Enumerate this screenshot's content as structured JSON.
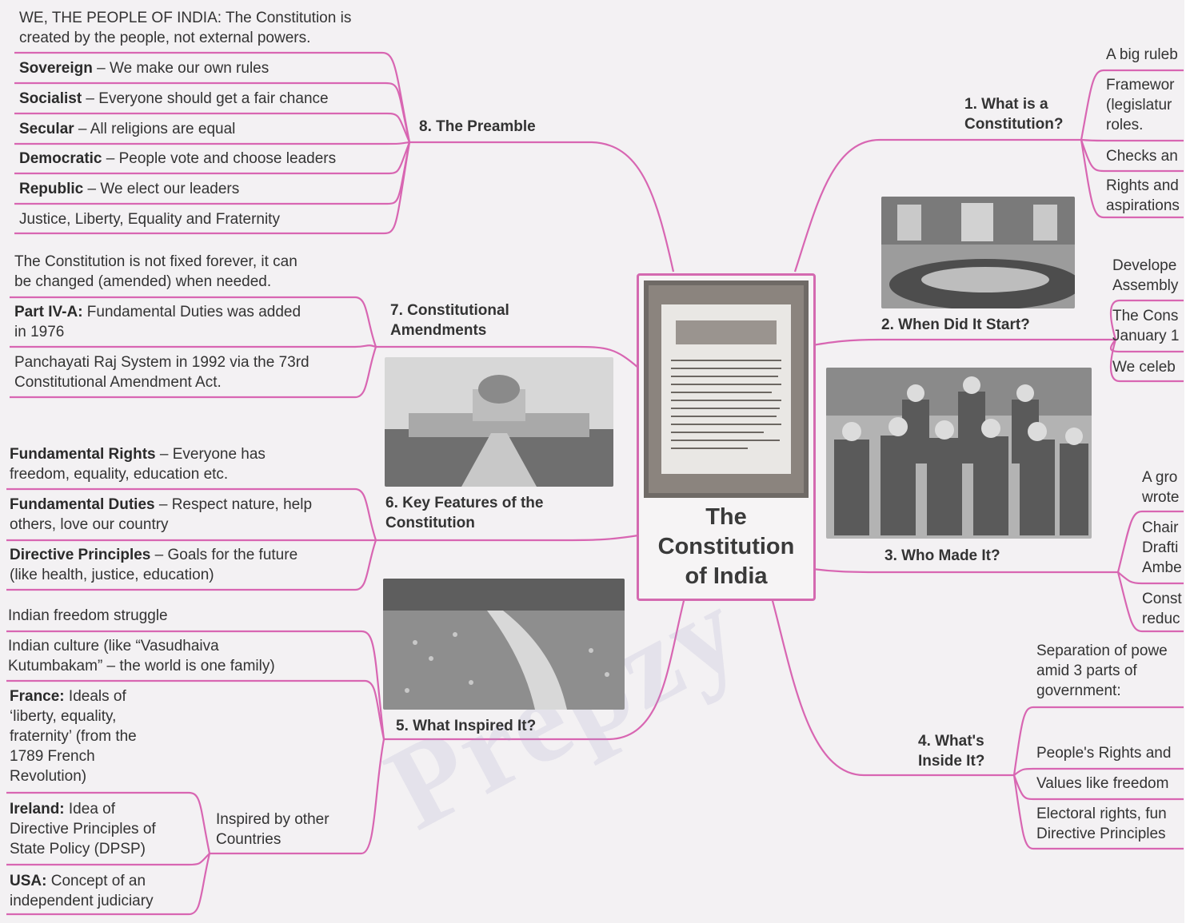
{
  "center": {
    "title": "The\nConstitution\nof India"
  },
  "watermark": "Prepzy",
  "branches": {
    "b1": {
      "title": "1. What is a\nConstitution?",
      "items": [
        "A big ruleb",
        "Framewor\n(legislatur\nroles.",
        "Checks an",
        "Rights and\naspirations"
      ]
    },
    "b2": {
      "title": "2. When Did It Start?",
      "items": [
        "Develope\nAssembly",
        "The Cons\nJanuary 1",
        "We celeb"
      ]
    },
    "b3": {
      "title": "3. Who Made It?",
      "items": [
        "A gro\nwrote",
        "Chair\nDrafti\nAmbe",
        "Const\nreduc"
      ]
    },
    "b4": {
      "title": "4. What's\nInside It?",
      "items": [
        "Separation of powe\namid 3 parts of\ngovernment:",
        "People's Rights and",
        "Values like freedom",
        "Electoral rights, fun\nDirective Principles"
      ]
    },
    "b5": {
      "title": "5. What Inspired It?",
      "items": [
        "Indian freedom struggle",
        "Indian culture (like “Vasudhaiva\nKutumbakam” – the world is one family)"
      ],
      "countries_label": "Inspired by other\nCountries",
      "countries": [
        {
          "bold": "France:",
          "text": " Ideals of\n‘liberty, equality,\nfraternity’ (from the\n1789 French\nRevolution)"
        },
        {
          "bold": "Ireland:",
          "text": " Idea of\nDirective Principles of\nState Policy (DPSP)"
        },
        {
          "bold": "USA:",
          "text": " Concept of an\nindependent judiciary"
        }
      ]
    },
    "b6": {
      "title": "6. Key Features of the\nConstitution",
      "items": [
        {
          "bold": "Fundamental Rights",
          "text": " – Everyone has\nfreedom, equality, education etc."
        },
        {
          "bold": "Fundamental Duties",
          "text": " – Respect nature, help\nothers, love our country"
        },
        {
          "bold": "Directive Principles",
          "text": " – Goals for the future\n(like health, justice, education)"
        }
      ]
    },
    "b7": {
      "title": "7. Constitutional\nAmendments",
      "items": [
        {
          "bold": "",
          "text": "The Constitution is not fixed forever, it can\nbe changed (amended) when needed."
        },
        {
          "bold": "Part IV-A:",
          "text": " Fundamental Duties was added\nin 1976"
        },
        {
          "bold": "",
          "text": "Panchayati Raj System  in 1992 via the 73rd\nConstitutional Amendment Act."
        }
      ]
    },
    "b8": {
      "title": "8. The Preamble",
      "items": [
        {
          "bold": "",
          "text": "WE, THE PEOPLE OF INDIA: The Constitution is\ncreated by the people, not external powers."
        },
        {
          "bold": "Sovereign",
          "text": " – We make our own rules"
        },
        {
          "bold": "Socialist",
          "text": " – Everyone should get a fair chance"
        },
        {
          "bold": "Secular",
          "text": " – All religions are equal"
        },
        {
          "bold": "Democratic",
          "text": " – People vote and choose leaders"
        },
        {
          "bold": "Republic",
          "text": " – We elect our leaders"
        },
        {
          "bold": "",
          "text": "Justice, Liberty, Equality and Fraternity"
        }
      ]
    }
  }
}
